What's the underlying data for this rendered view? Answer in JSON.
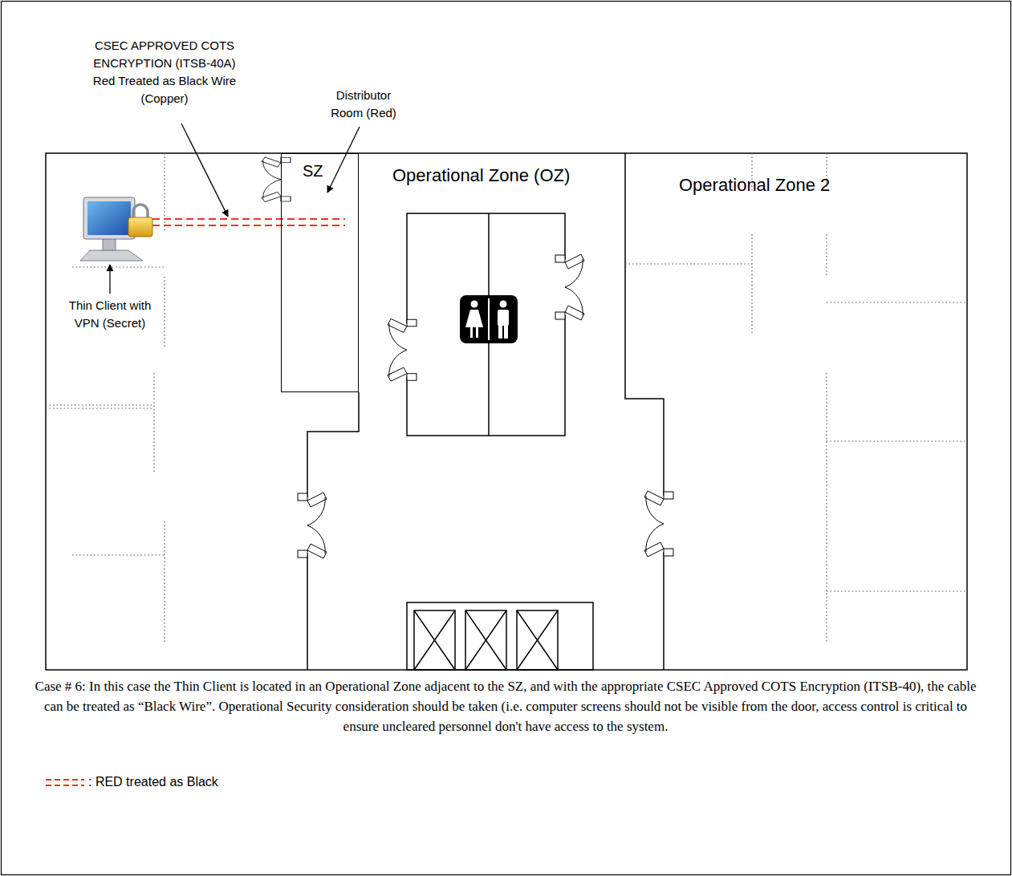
{
  "diagram": {
    "caption": "Case # 6: In this case the Thin Client is located in an Operational Zone adjacent to the SZ, and with the appropriate CSEC Approved COTS Encryption (ITSB-40), the cable can be treated as “Black Wire”. Operational Security consideration should be taken (i.e. computer screens should not be visible from the door, access control is critical to ensure uncleared personnel don't have access to the system.",
    "nodes": [
      {
        "text": [
          "SZ"
        ]
      }
    ],
    "labels": [
      "CSEC APPROVED COTS ENCRYPTION (ITSB-40A) Red Treated as Black Wire (Copper)",
      "Distributor Room (Red)",
      "Thin Client with VPN (Secret)",
      "Operational Zone (OZ)",
      "Operational Zone 2"
    ],
    "legend": [
      {
        "text": ": RED treated as Black"
      }
    ]
  }
}
